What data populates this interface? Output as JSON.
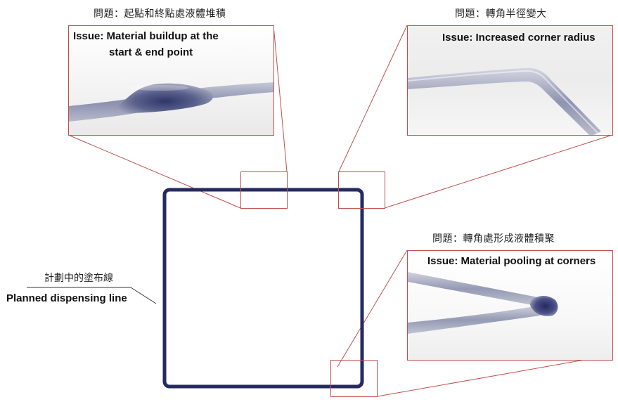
{
  "callouts": {
    "buildup": {
      "title_cn": "問題：起點和終點處液體堆積",
      "caption_line1": "Issue: Material buildup at the",
      "caption_line2": "start & end point"
    },
    "corner_radius": {
      "title_cn": "問題：轉角半徑變大",
      "caption": "Issue: Increased corner radius"
    },
    "pooling": {
      "title_cn": "問題：轉角處形成液體積聚",
      "caption": "Issue: Material pooling at corners"
    }
  },
  "planned_line": {
    "label_cn": "計劃中的塗布線",
    "label_en": "Planned dispensing line"
  },
  "colors": {
    "dispense_line": "#262a5e",
    "callout_border": "#c0504d",
    "bead_light": "#a9adc2",
    "bead_dark": "#3c4275"
  }
}
